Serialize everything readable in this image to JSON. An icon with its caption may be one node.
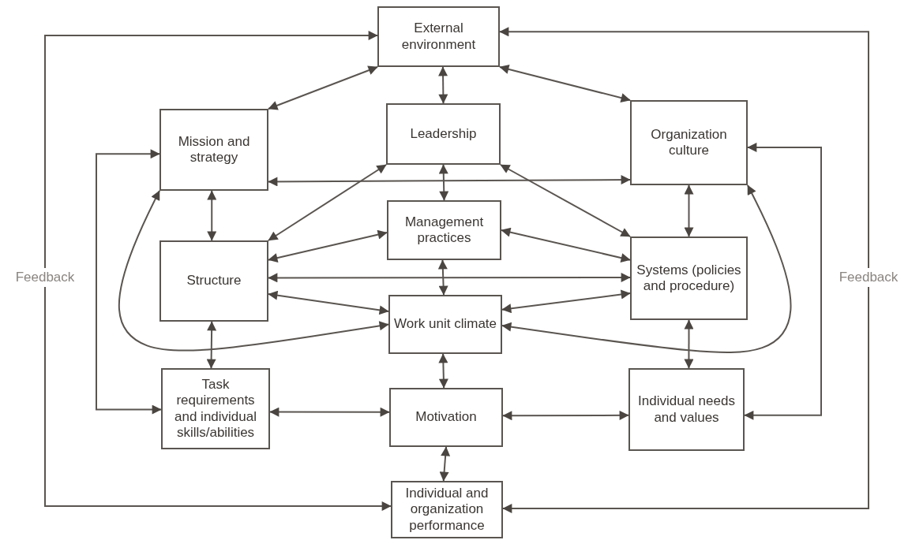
{
  "diagram": {
    "nodes": [
      {
        "text": [
          "External environment"
        ]
      },
      {
        "text": [
          "Mission and strategy"
        ]
      },
      {
        "text": [
          "Leadership"
        ]
      },
      {
        "text": [
          "Organization culture"
        ]
      },
      {
        "text": [
          "Management practices"
        ]
      },
      {
        "text": [
          "Structure"
        ]
      },
      {
        "text": [
          "Systems (policies and procedure)"
        ]
      },
      {
        "text": [
          "Work unit climate"
        ]
      },
      {
        "text": [
          "Task requirements and individual skills/abilities"
        ]
      },
      {
        "text": [
          "Motivation"
        ]
      },
      {
        "text": [
          "Individual needs and values"
        ]
      },
      {
        "text": [
          "Individual and organization performance"
        ]
      }
    ],
    "edges": [
      {
        "from": 0,
        "to": 1,
        "arrow": "both"
      },
      {
        "from": 0,
        "to": 2,
        "arrow": "both"
      },
      {
        "from": 0,
        "to": 3,
        "arrow": "both"
      },
      {
        "from": 1,
        "to": 3,
        "arrow": "both"
      },
      {
        "from": 2,
        "to": 4,
        "arrow": "both"
      },
      {
        "from": 2,
        "to": 5,
        "arrow": "both"
      },
      {
        "from": 2,
        "to": 6,
        "arrow": "both"
      },
      {
        "from": 1,
        "to": 5,
        "arrow": "both"
      },
      {
        "from": 5,
        "to": 4,
        "arrow": "both"
      },
      {
        "from": 4,
        "to": 6,
        "arrow": "both"
      },
      {
        "from": 5,
        "to": 6,
        "arrow": "both"
      },
      {
        "from": 5,
        "to": 7,
        "arrow": "both"
      },
      {
        "from": 4,
        "to": 7,
        "arrow": "both"
      },
      {
        "from": 6,
        "to": 7,
        "arrow": "both"
      },
      {
        "from": 3,
        "to": 6,
        "arrow": "both"
      },
      {
        "from": 5,
        "to": 8,
        "arrow": "both"
      },
      {
        "from": 7,
        "to": 9,
        "arrow": "both"
      },
      {
        "from": 8,
        "to": 9,
        "arrow": "both"
      },
      {
        "from": 9,
        "to": 10,
        "arrow": "both"
      },
      {
        "from": 6,
        "to": 10,
        "arrow": "both"
      },
      {
        "from": 9,
        "to": 11,
        "arrow": "both"
      },
      {
        "from": 1,
        "to": 7,
        "arrow": "both"
      },
      {
        "from": 3,
        "to": 7,
        "arrow": "both"
      },
      {
        "from": 1,
        "to": 8,
        "arrow": "both"
      },
      {
        "from": 3,
        "to": 10,
        "arrow": "both"
      },
      {
        "from": 11,
        "to": 0,
        "arrow": "both",
        "label": "Feedback"
      },
      {
        "from": 11,
        "to": 0,
        "arrow": "both",
        "label": "Feedback"
      }
    ]
  }
}
